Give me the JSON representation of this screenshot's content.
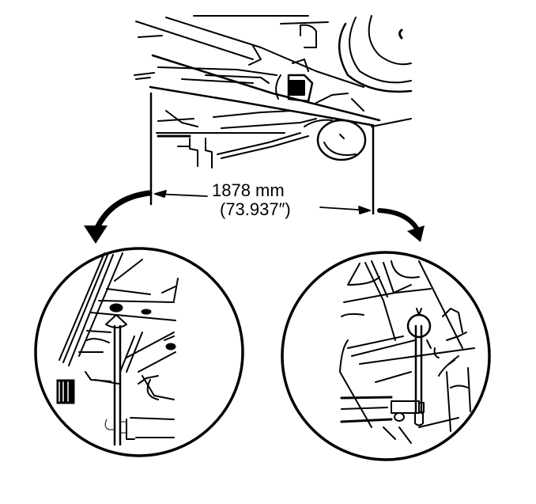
{
  "diagram": {
    "type": "technical-illustration",
    "subject": "vehicle underbody measurement between two gauge points",
    "measurement": {
      "metric": "1878 mm",
      "imperial": "(73.937″)"
    },
    "callouts": [
      {
        "id": "left-detail",
        "description": "Left measuring point with gauge pointer under body"
      },
      {
        "id": "right-detail",
        "description": "Right measuring point with gauge pointer under body"
      }
    ],
    "colors": {
      "ink": "#000000",
      "background": "#ffffff"
    }
  }
}
